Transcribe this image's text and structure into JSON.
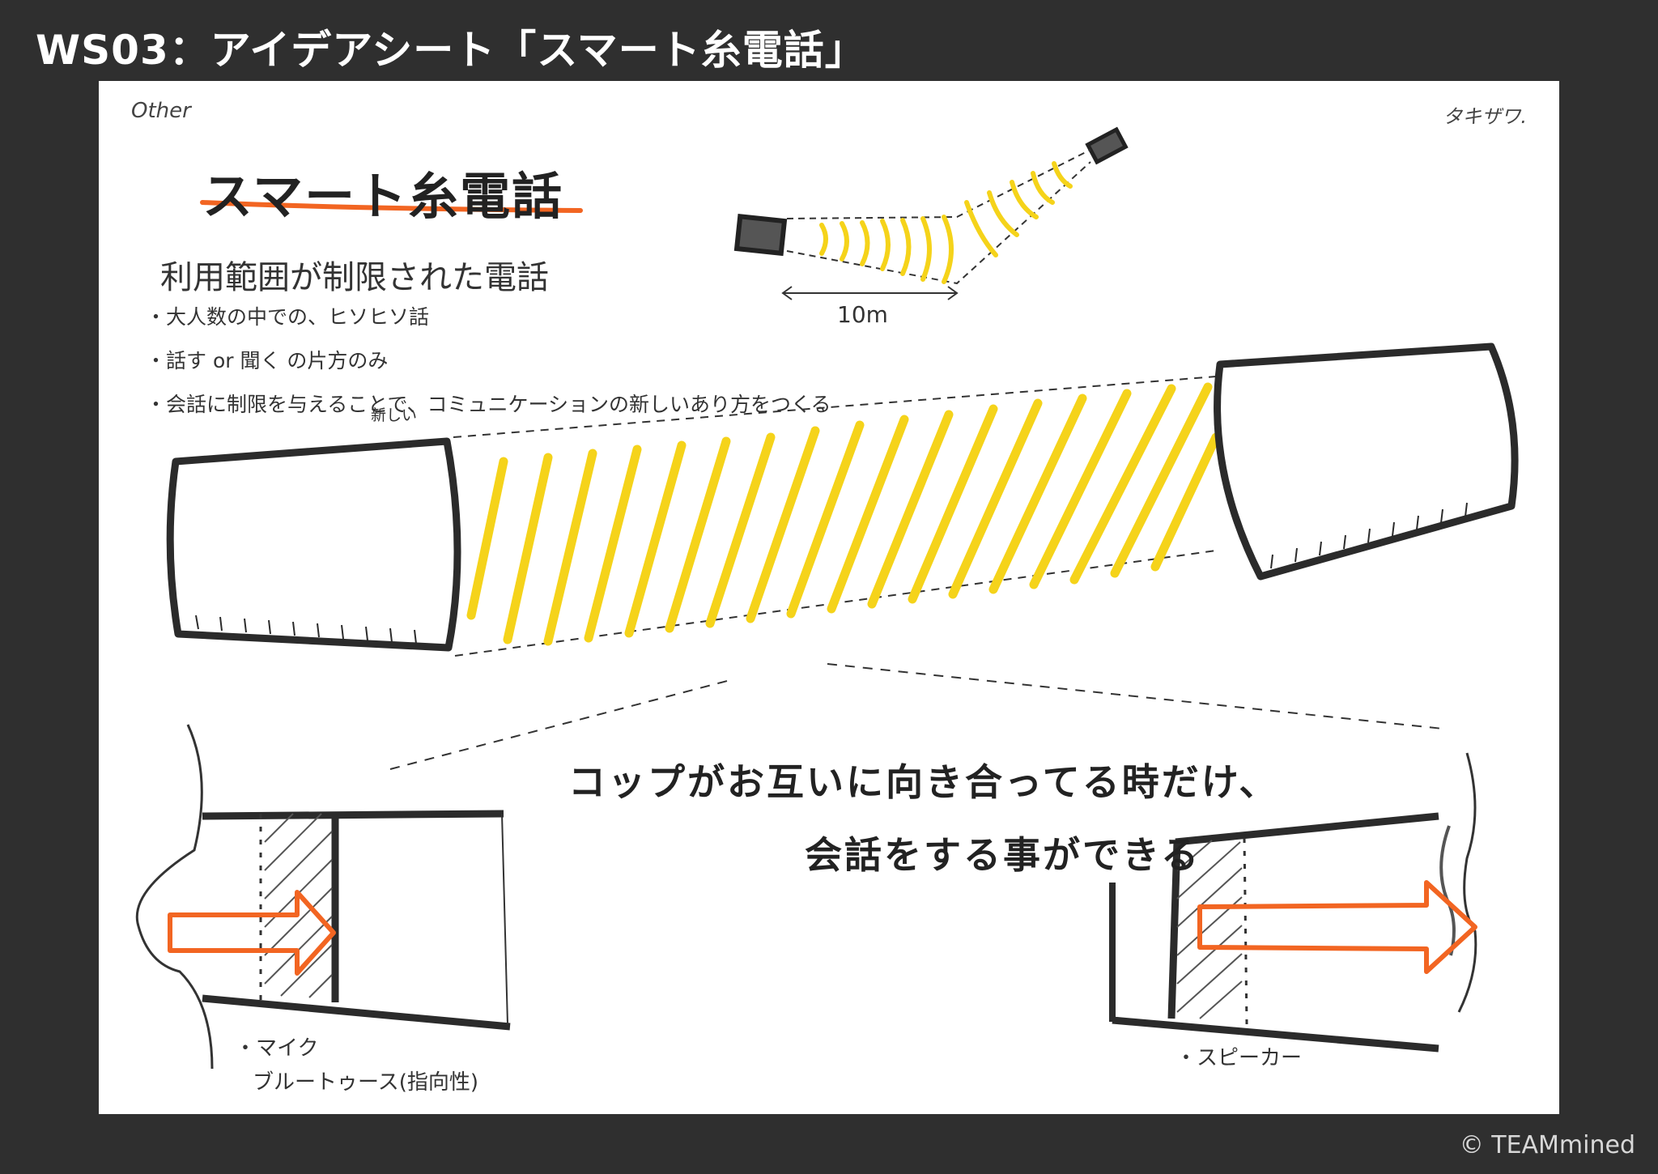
{
  "header": {
    "title": "WS03：アイデアシート「スマート糸電話」"
  },
  "sheet": {
    "corner_left": "Other",
    "corner_right": "タキザワ.",
    "idea_title": "スマート糸電話",
    "subtitle": "利用範囲が制限された電話",
    "bullets": [
      "大人数の中での、ヒソヒソ話",
      "話す or 聞く の片方のみ",
      "会話に制限を与えることで、コミュニケーションの新しいあり方をつくる"
    ],
    "note_small": "新しい",
    "distance_label": "10m",
    "caption_line1": "コップがお互いに向き合ってる時だけ、",
    "caption_line2": "会話をする事ができる",
    "label_mic": "・マイク",
    "label_bluetooth": "ブルートゥース(指向性)",
    "label_speaker": "・スピーカー"
  },
  "footer": {
    "copyright": "© TEAMmined"
  },
  "colors": {
    "background": "#2f2f2f",
    "sheet": "#ffffff",
    "highlight_yellow": "#f5d31a",
    "arrow_orange": "#f26522",
    "ink": "#2b2b2b"
  },
  "icons": [
    "cup-sketch",
    "signal-wave",
    "arrow-right"
  ]
}
